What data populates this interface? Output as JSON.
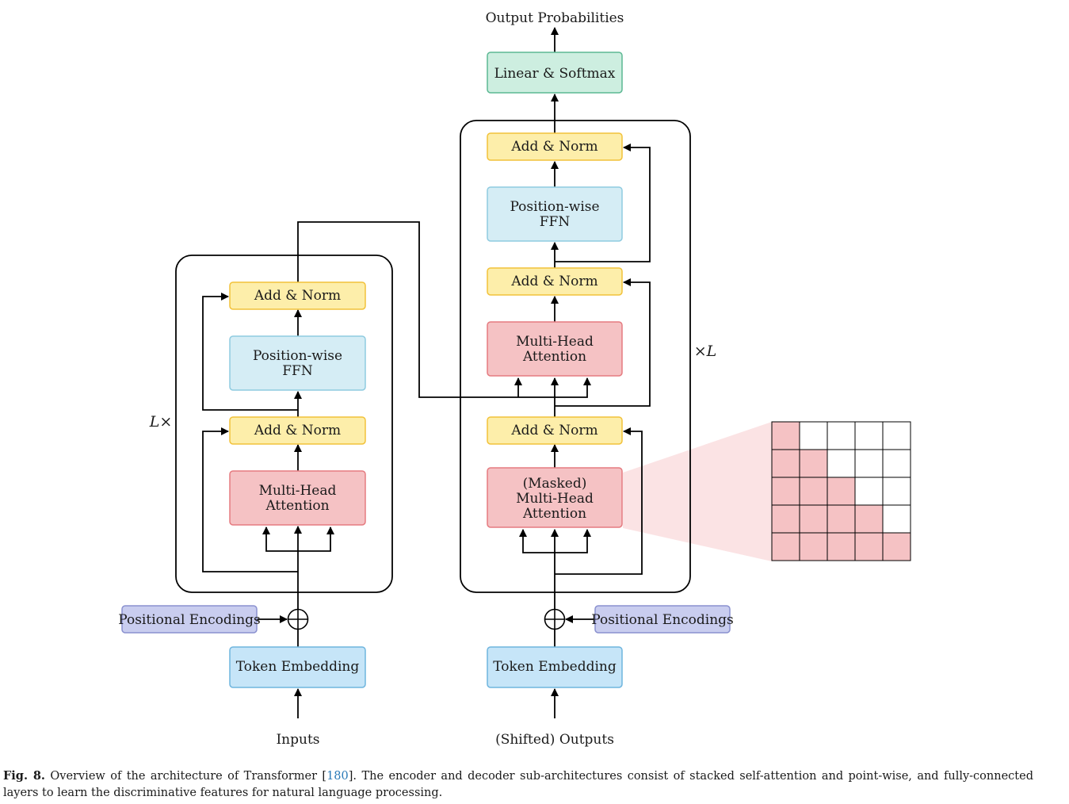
{
  "labels": {
    "output_probabilities": "Output Probabilities",
    "linear_softmax": "Linear & Softmax",
    "add_norm": "Add & Norm",
    "position_wise": "Position-wise",
    "ffn": "FFN",
    "multi_head": "Multi-Head",
    "attention": "Attention",
    "masked": "(Masked)",
    "positional_encodings": "Positional Encodings",
    "token_embedding": "Token Embedding",
    "inputs": "Inputs",
    "shifted_outputs": "(Shifted) Outputs",
    "encoder_repeat": "L×",
    "decoder_repeat": "×L"
  },
  "mask_matrix": {
    "size": 5,
    "rows": [
      [
        1,
        0,
        0,
        0,
        0
      ],
      [
        1,
        1,
        0,
        0,
        0
      ],
      [
        1,
        1,
        1,
        0,
        0
      ],
      [
        1,
        1,
        1,
        1,
        0
      ],
      [
        1,
        1,
        1,
        1,
        1
      ]
    ]
  },
  "colors": {
    "add_norm_fill": "#fdeeaa",
    "add_norm_stroke": "#f2c23a",
    "ffn_fill": "#d5edf5",
    "ffn_stroke": "#8fcbe0",
    "attention_fill": "#f5c2c4",
    "attention_stroke": "#e57b80",
    "embedding_fill": "#c6e5f8",
    "embedding_stroke": "#6fb5de",
    "posenc_fill": "#c9cdef",
    "posenc_stroke": "#8a91cf",
    "linear_fill": "#cdeee0",
    "linear_stroke": "#5cb893",
    "mask_fill": "#f5c2c4",
    "mask_projection": "#fbe3e4"
  },
  "caption": {
    "label": "Fig. 8.",
    "text_before_ref": " Overview of the architecture of Transformer [",
    "ref": "180",
    "text_after_ref": "]. The encoder and decoder sub-architectures consist of stacked self-attention and point-wise, and fully-connected layers to learn the discriminative features for natural language processing."
  }
}
